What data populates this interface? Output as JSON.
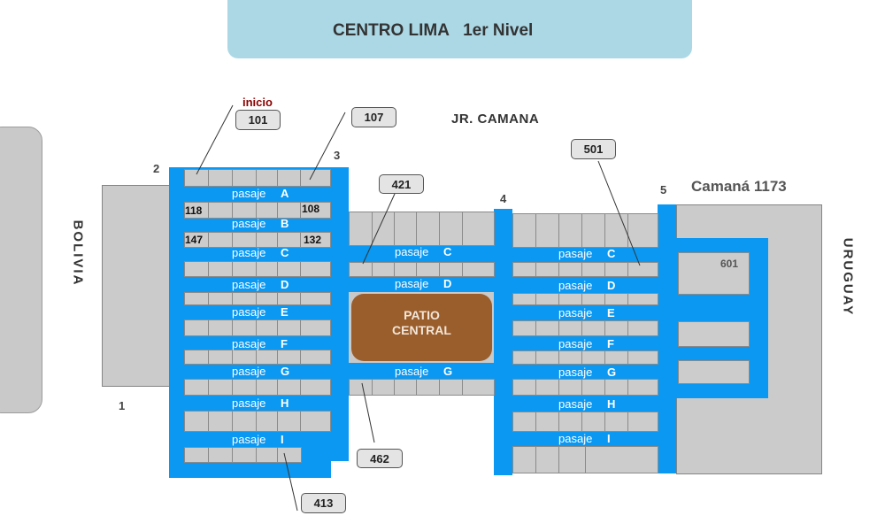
{
  "header": {
    "title": "CENTRO LIMA   1er Nivel"
  },
  "streets": {
    "north": "JR. CAMANA",
    "west": "BOLIVIA",
    "east": "URUGUAY"
  },
  "annex": {
    "address": "Camaná 1173",
    "store": "601"
  },
  "entrances": [
    "1",
    "2",
    "3",
    "4",
    "5"
  ],
  "start": {
    "label": "inicio"
  },
  "callouts": [
    "101",
    "107",
    "421",
    "501",
    "462",
    "413"
  ],
  "store_numbers": [
    "118",
    "108",
    "147",
    "132"
  ],
  "patio": {
    "line1": "PATIO",
    "line2": "CENTRAL"
  },
  "passage_word": "pasaje",
  "passages": {
    "west": [
      "A",
      "B",
      "C",
      "D",
      "E",
      "F",
      "G",
      "H",
      "I"
    ],
    "center": [
      "C",
      "D",
      "G"
    ],
    "east": [
      "C",
      "D",
      "E",
      "F",
      "G",
      "H",
      "I"
    ]
  },
  "colors": {
    "corridor": "#0a98f2",
    "store": "#cccccc",
    "patio": "#9a5e2d",
    "banner": "#acd8e6",
    "start_label": "#8b0000"
  }
}
